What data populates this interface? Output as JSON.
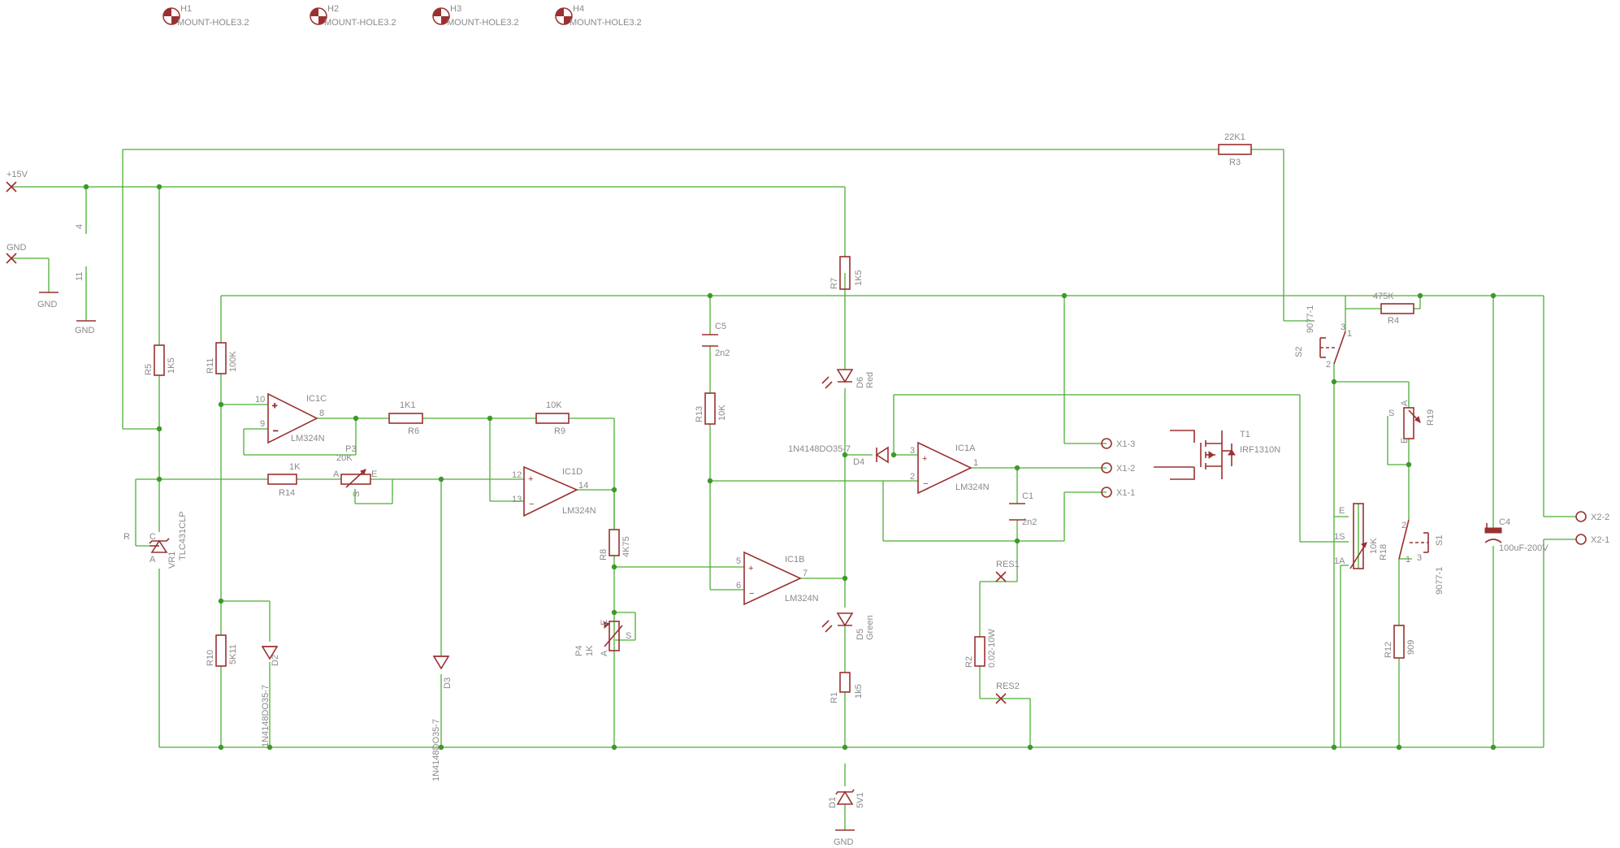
{
  "mount_holes": [
    {
      "ref": "H1",
      "value": "MOUNT-HOLE3.2"
    },
    {
      "ref": "H2",
      "value": "MOUNT-HOLE3.2"
    },
    {
      "ref": "H3",
      "value": "MOUNT-HOLE3.2"
    },
    {
      "ref": "H4",
      "value": "MOUNT-HOLE3.2"
    }
  ],
  "supply": {
    "vplus": "+15V",
    "gnd": "GND",
    "gnd_symbol": "GND",
    "pin_4": "4",
    "pin_11": "11"
  },
  "resistors": {
    "R1": {
      "ref": "R1",
      "value": "1k5"
    },
    "R2": {
      "ref": "R2",
      "value": "0.02-10W"
    },
    "R3": {
      "ref": "R3",
      "value": "22K1"
    },
    "R4": {
      "ref": "R4",
      "value": "475K"
    },
    "R5": {
      "ref": "R5",
      "value": "1K5"
    },
    "R6": {
      "ref": "R6",
      "value": "1K1"
    },
    "R7": {
      "ref": "R7",
      "value": "1K5"
    },
    "R8": {
      "ref": "R8",
      "value": "4K75"
    },
    "R9": {
      "ref": "R9",
      "value": "10K"
    },
    "R10": {
      "ref": "R10",
      "value": "5K11"
    },
    "R11": {
      "ref": "R11",
      "value": "100K"
    },
    "R12": {
      "ref": "R12",
      "value": "909"
    },
    "R13": {
      "ref": "R13",
      "value": "10K"
    },
    "R14": {
      "ref": "R14",
      "value": "1K"
    }
  },
  "pots": {
    "P3": {
      "ref": "P3",
      "value": "20K",
      "pin_a": "A",
      "pin_e": "E",
      "pin_s": "S"
    },
    "P4": {
      "ref": "P4",
      "value": "1K",
      "pin_a": "A",
      "pin_e": "E",
      "pin_s": "S"
    },
    "R18": {
      "ref": "R18",
      "value": "10K",
      "pin_e": "E",
      "pin_1s": "1S",
      "pin_1a": "1A"
    },
    "R19": {
      "ref": "R19",
      "pin_a": "A",
      "pin_e": "E",
      "pin_s": "S"
    }
  },
  "capacitors": {
    "C1": {
      "ref": "C1",
      "value": "2n2"
    },
    "C4": {
      "ref": "C4",
      "value": "100uF-200V"
    },
    "C5": {
      "ref": "C5",
      "value": "2n2"
    }
  },
  "diodes": {
    "D1": {
      "ref": "D1",
      "value": "5V1"
    },
    "D2": {
      "ref": "D2",
      "value": "1N4148DO35-7"
    },
    "D3": {
      "ref": "D3",
      "value": "1N4148DO35-7"
    },
    "D4": {
      "ref": "D4",
      "value": "1N4148DO35-7"
    },
    "D5": {
      "ref": "D5",
      "value": "Green"
    },
    "D6": {
      "ref": "D6",
      "value": "Red"
    }
  },
  "opamps": {
    "IC1A": {
      "ref": "IC1A",
      "value": "LM324N",
      "p_plus": "3",
      "p_minus": "2",
      "p_out": "1"
    },
    "IC1B": {
      "ref": "IC1B",
      "value": "LM324N",
      "p_plus": "5",
      "p_minus": "6",
      "p_out": "7"
    },
    "IC1C": {
      "ref": "IC1C",
      "value": "LM324N",
      "p_plus": "10",
      "p_minus": "9",
      "p_out": "8"
    },
    "IC1D": {
      "ref": "IC1D",
      "value": "LM324N",
      "p_plus": "12",
      "p_minus": "13",
      "p_out": "14"
    }
  },
  "vr1": {
    "ref": "VR1",
    "value": "TLC431CLP",
    "pin_r": "R",
    "pin_a": "A",
    "pin_c": "C"
  },
  "t1": {
    "ref": "T1",
    "value": "IRF1310N"
  },
  "switches": {
    "S1": {
      "ref": "S1",
      "value": "9077-1",
      "p1": "1",
      "p2": "2",
      "p3": "3"
    },
    "S2": {
      "ref": "S2",
      "value": "9077-1",
      "p1": "1",
      "p2": "2",
      "p3": "3"
    }
  },
  "connectors": {
    "X1_1": "X1-1",
    "X1_2": "X1-2",
    "X1_3": "X1-3",
    "X2_1": "X2-1",
    "X2_2": "X2-2"
  },
  "res_pads": {
    "RES1": "RES1",
    "RES2": "RES2"
  },
  "colors": {
    "wire": "#4caf35",
    "component": "#9b3030",
    "junction": "#3d9a2a",
    "label": "#8a8a8a",
    "background": "#ffffff"
  }
}
